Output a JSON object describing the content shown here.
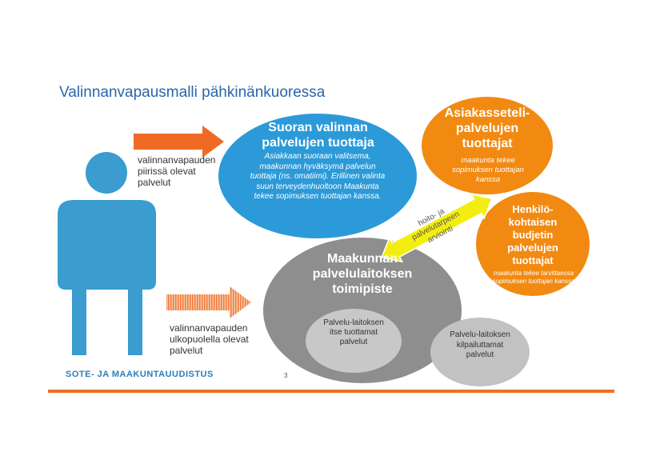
{
  "title": "Valinnanvapausmalli pähkinänkuoressa",
  "direct_provider": {
    "heading": "Suoran valinnan palvelujen tuottaja",
    "text": "Asiakkaan suoraan valitsema, maakunnan hyväksymä palvelun tuottaja (ns. omatiimi). Erillinen valinta suun terveydenhuoltoon Maakunta tekee sopimuksen tuottajan kanssa."
  },
  "voucher_providers": {
    "heading": "Asiakasseteli-palvelujen tuottajat",
    "text": "maakunta tekee sopimuksen tuottajan kanssa"
  },
  "personal_budget": {
    "heading": "Henkilö-kohtaisen budjetin palvelujen tuottajat",
    "text": "maakunta tekee tarvittaessa sopimuksen tuottajan kanssa"
  },
  "assessment_arrow": {
    "text": "hoito- ja palvelutarpeen arviointi"
  },
  "regional_unit": {
    "heading": "Maakunnan palvelulaitoksen toimipiste",
    "own_services": "Palvelu-laitoksen itse tuottamat palvelut",
    "tendered_services": "Palvelu-laitoksen kilpailuttamat palvelut"
  },
  "inside_label": "valinnanvapauden piirissä olevat palvelut",
  "outside_label": "valinnanvapauden ulkopuolella olevat palvelut",
  "footer_brand": "SOTE- JA MAAKUNTAUUDISTUS",
  "page_number": "3",
  "colors": {
    "blue": "#2c9ad8",
    "orange": "#f28a12",
    "arrow_orange": "#f06a25",
    "gray": "#8e8e8e",
    "light_gray": "#c8c8c8",
    "yellow": "#f4ee10",
    "person": "#3a9ccf",
    "title_blue": "#2a66a8",
    "footer_line": "#f07020"
  }
}
